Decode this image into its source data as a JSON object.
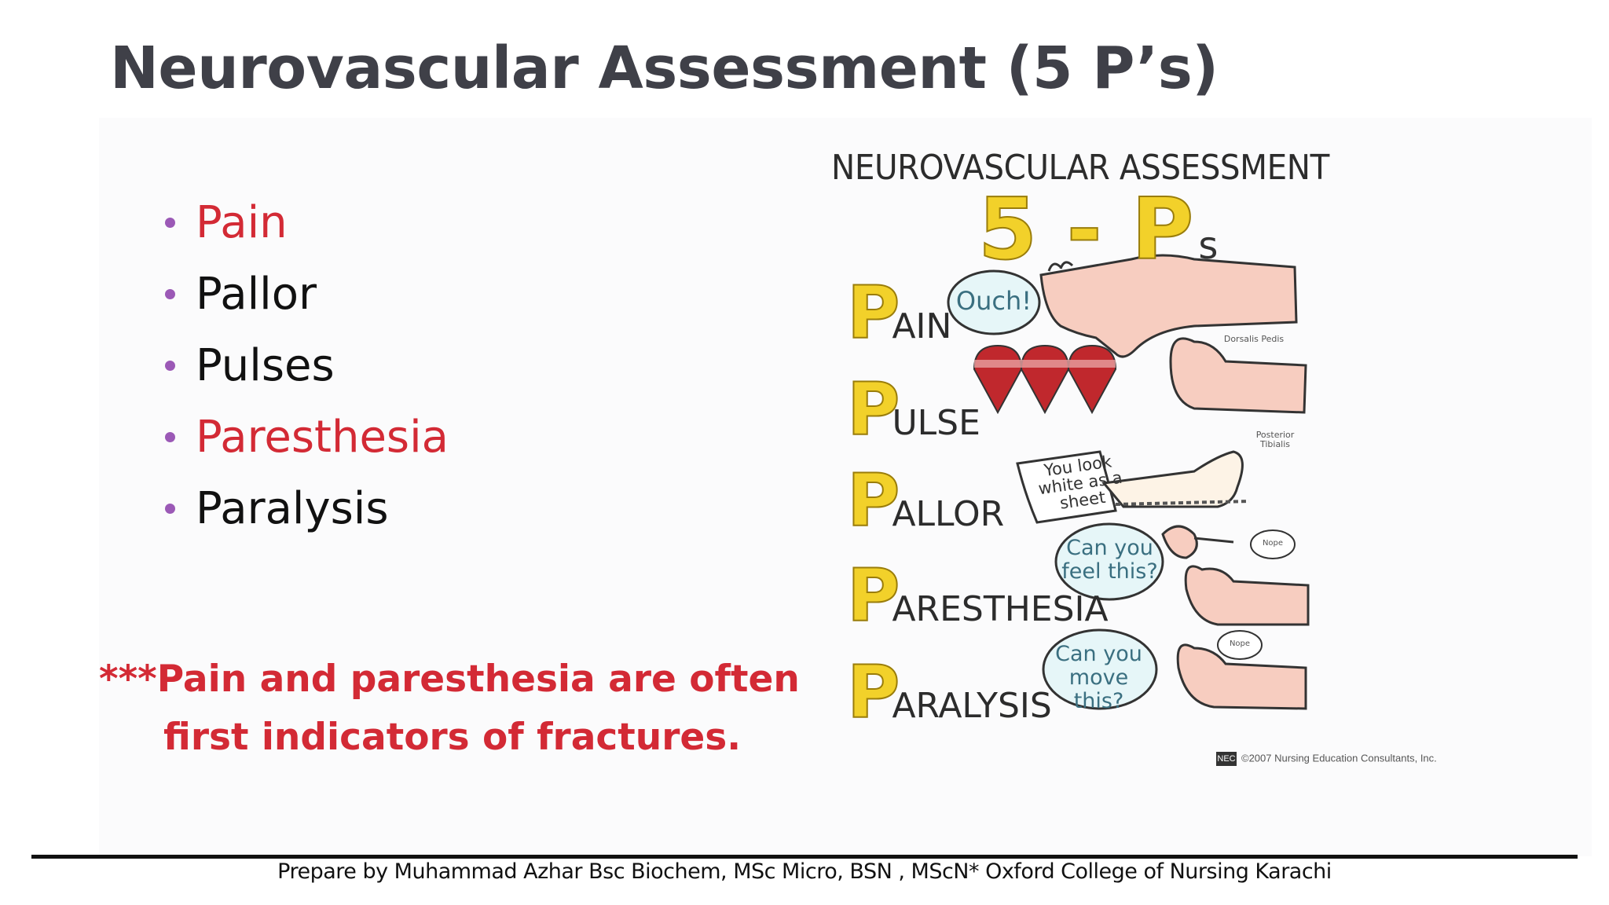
{
  "slide": {
    "title": "Neurovascular Assessment (5 P’s)",
    "bullets": [
      {
        "text": "Pain",
        "color": "#d32a35"
      },
      {
        "text": "Pallor",
        "color": "#111111"
      },
      {
        "text": "Pulses",
        "color": "#111111"
      },
      {
        "text": "Paresthesia",
        "color": "#d32a35"
      },
      {
        "text": "Paralysis",
        "color": "#111111"
      }
    ],
    "bullet_color": "#9b59b6",
    "note_line1": "***Pain and paresthesia are often",
    "note_line2": "first indicators of fractures."
  },
  "figure": {
    "title": "NEUROVASCULAR ASSESSMENT",
    "big_label": "5 - P",
    "big_label_suffix": "s",
    "rows": [
      {
        "P": "P",
        "rest": "AIN",
        "bubble": "Ouch!"
      },
      {
        "P": "P",
        "rest": "ULSE",
        "bubble": ""
      },
      {
        "P": "P",
        "rest": "ALLOR",
        "bubble": "You look white as a sheet"
      },
      {
        "P": "P",
        "rest": "ARESTHESIA",
        "bubble": "Can you feel this?"
      },
      {
        "P": "P",
        "rest": "ARALYSIS",
        "bubble": "Can you move this?"
      }
    ],
    "labels": {
      "dorsalis": "Dorsalis Pedis",
      "posterior": "Posterior Tibialis",
      "nope1": "Nope",
      "nope2": "Nope"
    },
    "copyright_logo": "NEC",
    "copyright": "©2007 Nursing Education Consultants, Inc."
  },
  "footer": "Prepare by Muhammad Azhar  Bsc Biochem, MSc Micro, BSN , MScN* Oxford College of Nursing Karachi"
}
